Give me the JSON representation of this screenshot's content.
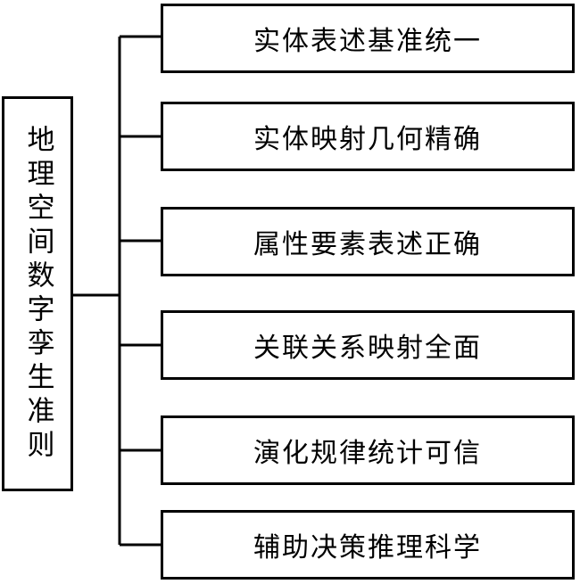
{
  "root": {
    "label": "地理空间数字孪生准则"
  },
  "children": [
    {
      "label": "实体表述基准统一"
    },
    {
      "label": "实体映射几何精确"
    },
    {
      "label": "属性要素表述正确"
    },
    {
      "label": "关联关系映射全面"
    },
    {
      "label": "演化规律统计可信"
    },
    {
      "label": "辅助决策推理科学"
    }
  ]
}
